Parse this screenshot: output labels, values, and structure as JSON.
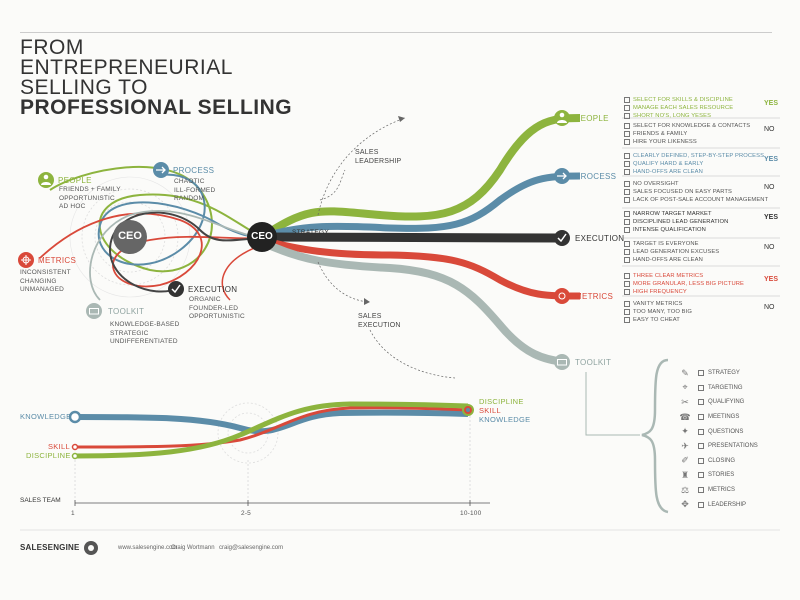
{
  "title": {
    "line1": "FROM",
    "line2": "ENTREPRENEURIAL",
    "line3": "SELLING TO",
    "line4": "PROFESSIONAL SELLING"
  },
  "left": {
    "people": {
      "label": "PEOPLE",
      "desc": [
        "FRIENDS + FAMILY",
        "OPPORTUNISTIC",
        "AD HOC"
      ]
    },
    "process": {
      "label": "PROCESS",
      "desc": [
        "CHAOTIC",
        "ILL-FORMED",
        "RANDOM"
      ]
    },
    "metrics": {
      "label": "METRICS",
      "desc": [
        "INCONSISTENT",
        "CHANGING",
        "UNMANAGED"
      ]
    },
    "execution": {
      "label": "EXECUTION",
      "desc": [
        "ORGANIC",
        "FOUNDER-LED",
        "OPPORTUNISTIC"
      ]
    },
    "toolkit": {
      "label": "TOOLKIT",
      "desc": [
        "KNOWLEDGE-BASED",
        "STRATEGIC",
        "UNDIFFERENTIATED"
      ]
    }
  },
  "ceo": "CEO",
  "strategy": "STRATEGY",
  "sales_leadership": [
    "SALES",
    "LEADERSHIP"
  ],
  "sales_execution": [
    "SALES",
    "EXECUTION"
  ],
  "right_labels": {
    "people": "PEOPLE",
    "process": "PROCESS",
    "execution": "EXECUTION",
    "metrics": "METRICS",
    "toolkit": "TOOLKIT"
  },
  "clusters": [
    {
      "color": "#8db43e",
      "answer": "YES",
      "items": [
        "SELECT FOR SKILLS & DISCIPLINE",
        "MANAGE EACH SALES RESOURCE",
        "SHORT NO'S, LONG YESES"
      ]
    },
    {
      "color": "#555555",
      "answer": "NO",
      "items": [
        "SELECT FOR KNOWLEDGE & CONTACTS",
        "FRIENDS & FAMILY",
        "HIRE YOUR LIKENESS"
      ]
    },
    {
      "color": "#5b8ca8",
      "answer": "YES",
      "items": [
        "CLEARLY DEFINED, STEP-BY-STEP PROCESS",
        "QUALIFY HARD & EARLY",
        "HAND-OFFS ARE CLEAN"
      ]
    },
    {
      "color": "#555555",
      "answer": "NO",
      "items": [
        "NO OVERSIGHT",
        "SALES FOCUSED ON EASY PARTS",
        "LACK OF POST-SALE ACCOUNT MANAGEMENT"
      ]
    },
    {
      "color": "#333333",
      "answer": "YES",
      "items": [
        "NARROW TARGET MARKET",
        "DISCIPLINED LEAD GENERATION",
        "INTENSE QUALIFICATION"
      ]
    },
    {
      "color": "#555555",
      "answer": "NO",
      "items": [
        "TARGET IS EVERYONE",
        "LEAD GENERATION EXCUSES",
        "HAND-OFFS ARE CLEAN"
      ]
    },
    {
      "color": "#d9493a",
      "answer": "YES",
      "items": [
        "THREE CLEAR METRICS",
        "MORE GRANULAR, LESS BIG PICTURE",
        "HIGH FREQUENCY"
      ]
    },
    {
      "color": "#555555",
      "answer": "NO",
      "items": [
        "VANITY METRICS",
        "TOO MANY, TOO BIG",
        "EASY TO CHEAT"
      ]
    }
  ],
  "toolkit_items": [
    {
      "label": "STRATEGY",
      "icon": "✎"
    },
    {
      "label": "TARGETING",
      "icon": "⌖"
    },
    {
      "label": "QUALIFYING",
      "icon": "✂"
    },
    {
      "label": "MEETINGS",
      "icon": "☎"
    },
    {
      "label": "QUESTIONS",
      "icon": "✦"
    },
    {
      "label": "PRESENTATIONS",
      "icon": "✈"
    },
    {
      "label": "CLOSING",
      "icon": "✐"
    },
    {
      "label": "STORIES",
      "icon": "♜"
    },
    {
      "label": "METRICS",
      "icon": "⚖"
    },
    {
      "label": "LEADERSHIP",
      "icon": "✥"
    }
  ],
  "bottom": {
    "knowledge": "KNOWLEDGE",
    "skill": "SKILL",
    "discipline": "DISCIPLINE",
    "right_discipline": "DISCIPLINE",
    "right_skill": "SKILL",
    "right_knowledge": "KNOWLEDGE",
    "sales_team": "SALES TEAM",
    "ticks": [
      "1",
      "2-5",
      "10-100"
    ]
  },
  "footer": {
    "brand": "SALESENGINE",
    "website": "www.salesengine.com",
    "author": "Craig Wortmann",
    "email": "craig@salesengine.com"
  },
  "colors": {
    "green": "#8db43e",
    "blue": "#5b8ca8",
    "red": "#d9493a",
    "dark": "#333333",
    "gray": "#aab8b4"
  }
}
